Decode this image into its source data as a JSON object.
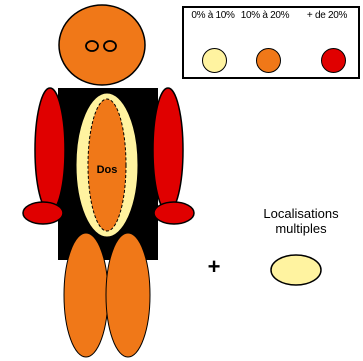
{
  "legend": {
    "items": [
      {
        "label": "0% à 10%",
        "color": "#FFF3A0"
      },
      {
        "label": "10% à 20%",
        "color": "#F07818"
      },
      {
        "label": "+ de 20%",
        "color": "#E00000"
      }
    ]
  },
  "body": {
    "back_label": "Dos",
    "head_color": "#F07818",
    "arm_color": "#E00000",
    "torso_color": "#000000",
    "leg_color": "#F07818",
    "back_zone_color": "#FFF3A0",
    "back_inner_color": "#F07818"
  },
  "multi": {
    "label": "Localisations multiples",
    "plus": "+",
    "color": "#FFF3A0"
  }
}
